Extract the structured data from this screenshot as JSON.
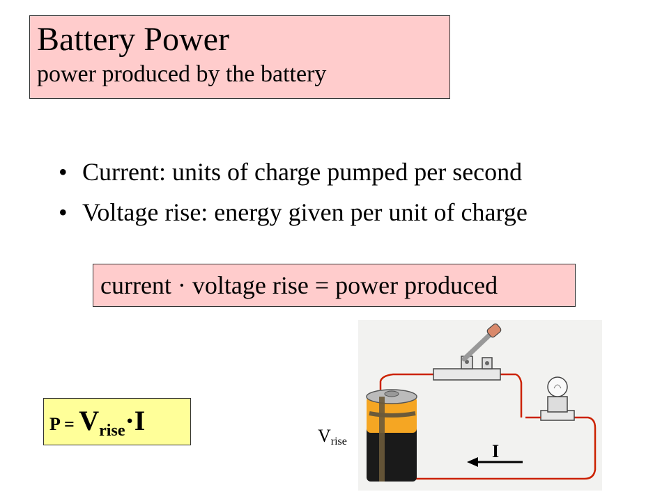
{
  "slide": {
    "title": "Battery Power",
    "subtitle": "power produced by the battery",
    "bullets": [
      "Current: units of charge pumped per second",
      "Voltage rise: energy given per unit of charge"
    ],
    "formula_text": "current · voltage rise = power produced",
    "equation": {
      "p": "P = ",
      "v": "V",
      "sub": "rise",
      "i": "·I"
    },
    "voltage_label": {
      "v": "V",
      "sub": "rise"
    },
    "current_label": "I",
    "colors": {
      "title_bg": "#ffcccc",
      "formula_bg": "#ffcccc",
      "equation_bg": "#ffff99",
      "wire": "#cc2200",
      "battery_orange": "#f5a623"
    }
  }
}
